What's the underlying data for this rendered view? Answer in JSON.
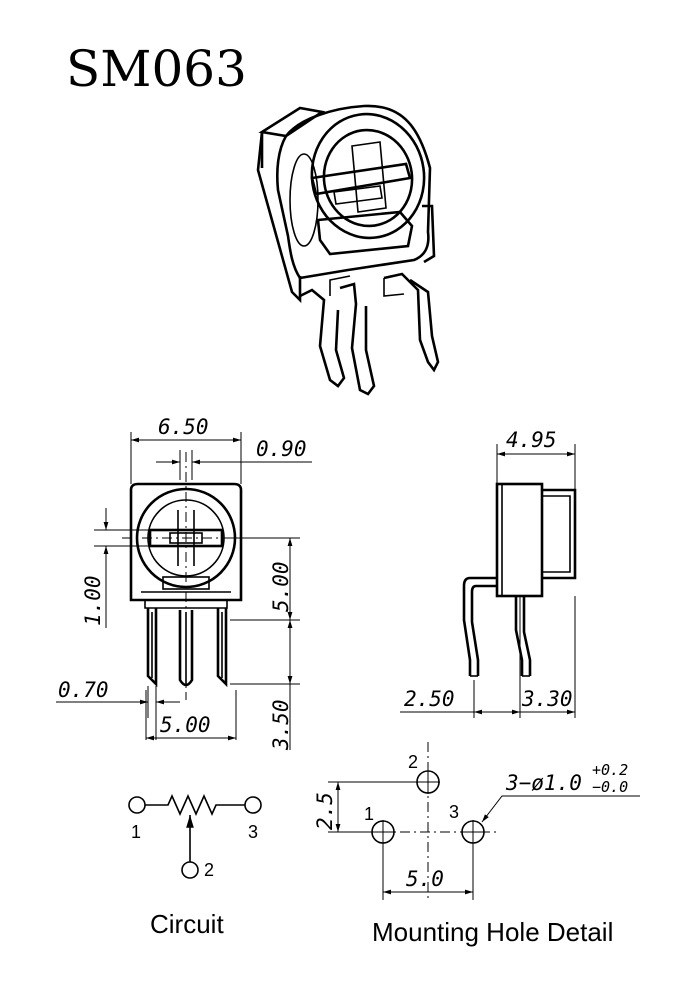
{
  "title": "SM063",
  "front_view": {
    "width": "6.50",
    "slot": "0.90",
    "height_right": "5.00",
    "height_left": "1.00",
    "pin_width": "0.70",
    "pin_pitch": "5.00",
    "pin_length": "3.50"
  },
  "side_view": {
    "depth": "4.95",
    "offset_left": "2.50",
    "offset_right": "3.30"
  },
  "circuit": {
    "caption": "Circuit",
    "pin1": "1",
    "pin2": "2",
    "pin3": "3"
  },
  "mounting": {
    "caption": "Mounting Hole Detail",
    "hole_spec": "3−ø1.0",
    "tol_plus": "+0.2",
    "tol_minus": "−0.0",
    "vertical": "2.5",
    "horizontal": "5.0",
    "pin1": "1",
    "pin2": "2",
    "pin3": "3"
  }
}
